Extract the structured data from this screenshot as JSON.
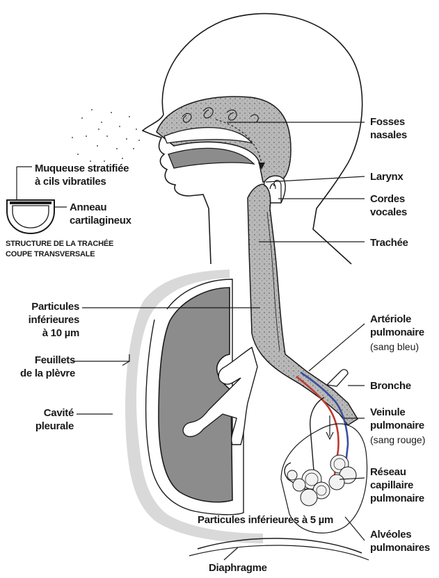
{
  "colors": {
    "airway_fill": "#b3b3b3",
    "lung_fill": "#8c8c8c",
    "pleura_band": "#d9d9d9",
    "outline": "#1a1a1a",
    "capillary_red": "#c0392b",
    "capillary_blue": "#3b4fa0"
  },
  "labels": {
    "fosses": "Fosses\nnasales",
    "larynx": "Larynx",
    "cordes": "Cordes\nvocales",
    "trachee": "Trachée",
    "arteriole": "Artériole\npulmonaire",
    "arteriole_sub": "(sang bleu)",
    "bronche": "Bronche",
    "veinule": "Veinule\npulmonaire",
    "veinule_sub": "(sang rouge)",
    "reseau": "Réseau\ncapillaire\npulmonaire",
    "alveoles": "Alvéoles\npulmonaires",
    "particules5": "Particules inférieures à 5 µm",
    "diaphragme": "Diaphragme",
    "muqueuse": "Muqueuse stratifiée\nà cils vibratiles",
    "anneau": "Anneau\ncartilagineux",
    "structure": "STRUCTURE DE LA TRACHÉE\nCOUPE TRANSVERSALE",
    "particules10": "Particules\ninférieures\nà 10 µm",
    "feuillets": "Feuillets\nde la plèvre",
    "cavite": "Cavité\npleurale"
  }
}
